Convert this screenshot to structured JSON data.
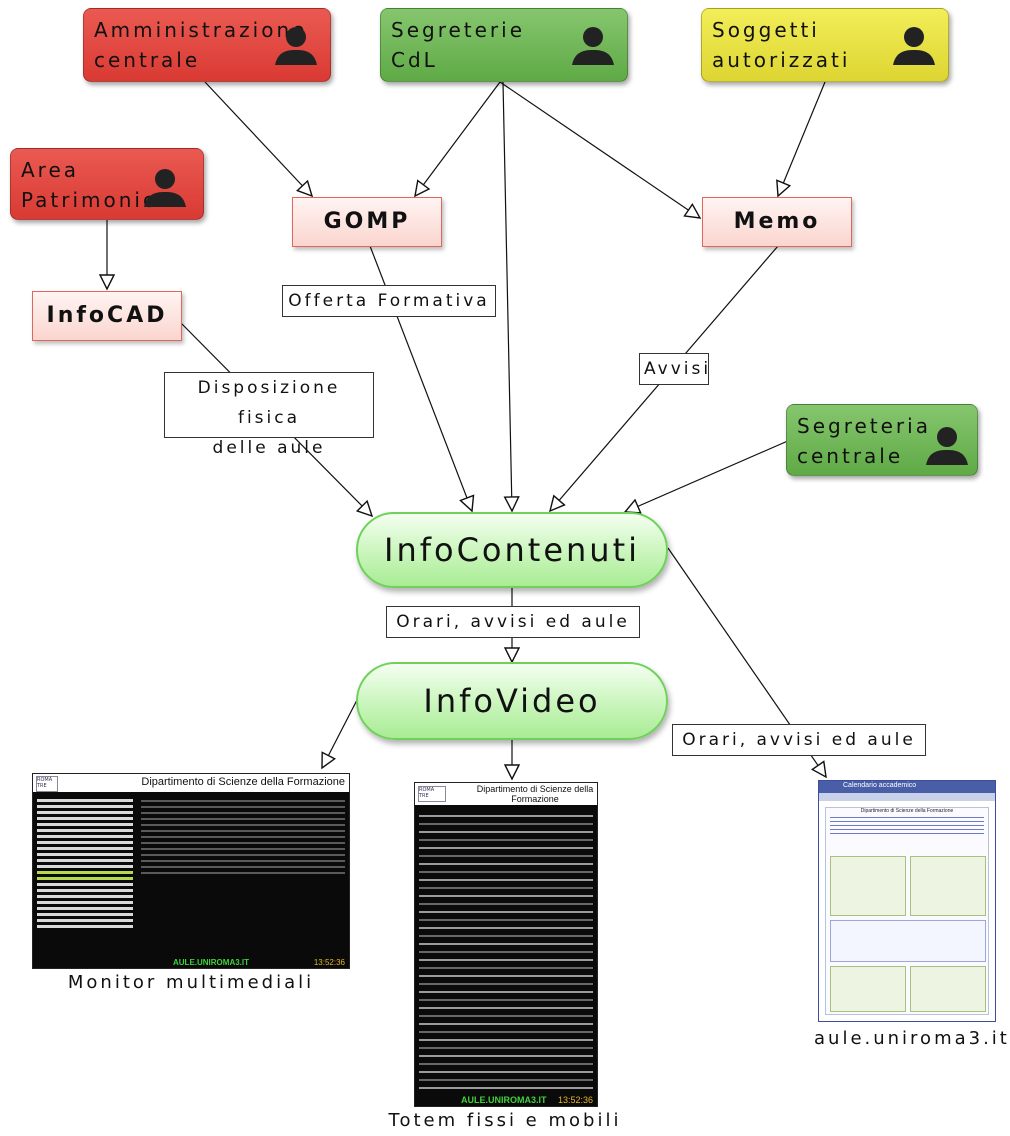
{
  "sources": {
    "amministrazione": {
      "title": "Amministrazione\ncentrale",
      "color": "#d93a33"
    },
    "segreterie_cdl": {
      "title": "Segreterie\nCdL",
      "color": "#5faa46"
    },
    "soggetti": {
      "title": "Soggetti\nautorizzati",
      "color": "#ddd532"
    },
    "area_patrimonio": {
      "title": "Area\nPatrimonio",
      "color": "#d93a33"
    },
    "segreteria_centrale": {
      "title": "Segreteria\ncentrale",
      "color": "#5faa46"
    }
  },
  "systems": {
    "gomp": "GOMP",
    "memo": "Memo",
    "infocad": "InfoCAD"
  },
  "hubs": {
    "infocontenuti": "InfoContenuti",
    "infovideo": "InfoVideo"
  },
  "edge_labels": {
    "offerta": "Offerta Formativa",
    "avvisi": "Avvisi",
    "disposizione": "Disposizione fisica\ndelle aule",
    "orari_1": "Orari, avvisi ed aule",
    "orari_2": "Orari, avvisi ed aule"
  },
  "outputs": {
    "monitor": {
      "caption": "Monitor multimediali",
      "header": "Dipartimento di Scienze della Formazione",
      "url": "AULE.UNIROMA3.IT",
      "clock": "13:52:36"
    },
    "totem": {
      "caption": "Totem fissi e mobili",
      "header": "Dipartimento di Scienze della Formazione",
      "url": "AULE.UNIROMA3.IT",
      "clock": "13:52:36"
    },
    "web": {
      "caption": "aule.uniroma3.it",
      "header": "Calendario accademico",
      "title": "Dipartimento di Scienze della Formazione"
    }
  },
  "icons": [
    "user-icon"
  ],
  "colors": {
    "hub_fill": "#c9f5bb",
    "system_border": "#e0675b",
    "link": "#111111"
  }
}
